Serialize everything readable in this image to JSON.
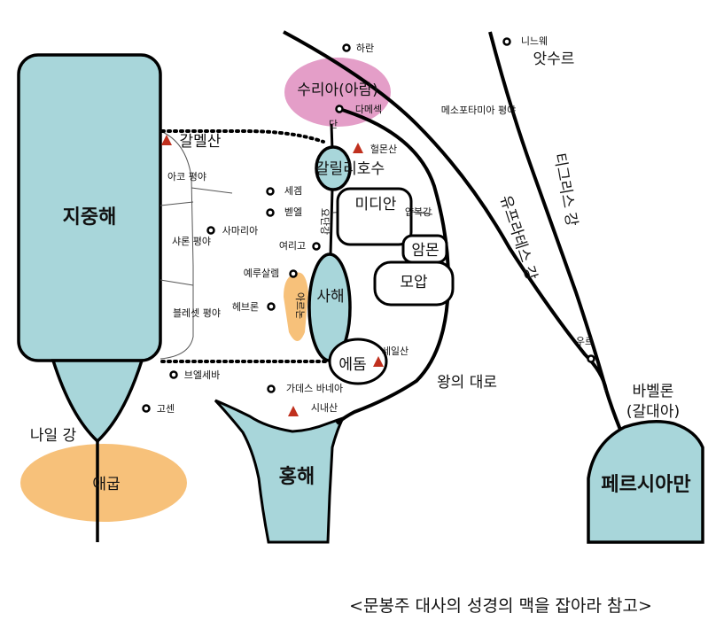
{
  "seas": {
    "mediterranean": "지중해",
    "red_sea": "홍해",
    "persian_gulf": "페르시아만",
    "galilee": "갈릴리호수",
    "dead_sea": "사해"
  },
  "regions": {
    "syria": "수리아(아람)",
    "egypt": "애굽",
    "mesopotamia_plain": "메소포타미아 평야",
    "media": "미디안",
    "ammon": "암몬",
    "moab": "모압",
    "edom": "에돔"
  },
  "rivers": {
    "nile": "나일 강",
    "euphrates": "유프라테스 강",
    "tigris": "티그리스 강",
    "jordan": "요단강",
    "jabbok": "얍복강",
    "arnon": "아르논"
  },
  "roads": {
    "kings_highway": "왕의 대로"
  },
  "plains": {
    "acco": "아코 평야",
    "sharon": "샤론 평야",
    "shephelah": "블레셋 평야",
    "negev": "브엘세바"
  },
  "cities": {
    "haran": "하란",
    "nineveh": "니느웨",
    "assyria": "앗수르",
    "damascus": "다메섹",
    "dan": "단",
    "shechem": "세겜",
    "bethel": "벧엘",
    "samaria": "사마리아",
    "jericho": "여리고",
    "jerusalem": "예루살렘",
    "hebron": "헤브론",
    "kadesh": "가데스 바네아",
    "goshen": "고센",
    "ur": "우르",
    "babylon": "바벨론",
    "chaldea": "(갈대아)"
  },
  "mountains": {
    "carmel": "갈멜산",
    "hermon": "헐몬산",
    "seir": "세일산",
    "sinai": "시내산"
  },
  "colors": {
    "water": "#a8d6da",
    "syria_fill": "#e49ec8",
    "egypt_fill": "#f7c17a",
    "wilderness_fill": "#f7c17a",
    "mountain": "#c0301e",
    "line": "#000000"
  },
  "caption": "<문봉주 대사의 성경의 맥을 잡아라 참고>"
}
